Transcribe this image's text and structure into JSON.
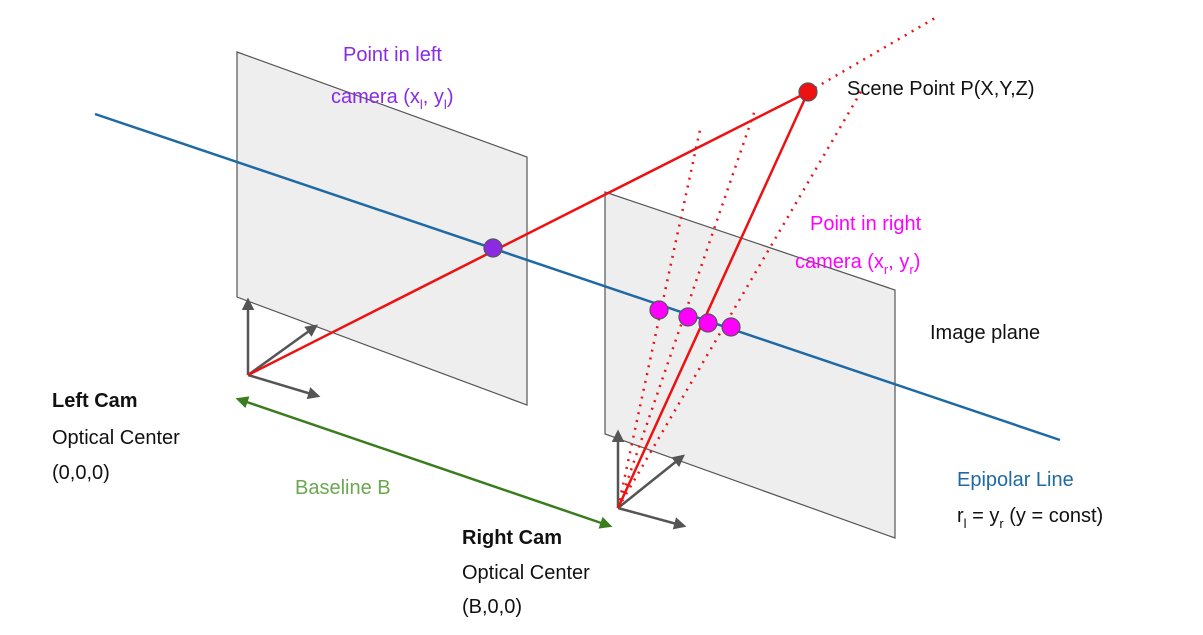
{
  "labels": {
    "point_left_line1": "Point in left",
    "point_left_line2_prefix": "camera (x",
    "point_left_sub_x": "l",
    "point_left_mid": ", y",
    "point_left_sub_y": "l",
    "point_left_suffix": ")",
    "scene_point": "Scene Point P(X,Y,Z)",
    "point_right_line1": "Point in right",
    "point_right_line2_prefix": "camera (x",
    "point_right_sub_x": "r",
    "point_right_mid": ", y",
    "point_right_sub_y": "r",
    "point_right_suffix": ")",
    "image_plane": "Image plane",
    "left_cam_title": "Left Cam",
    "left_cam_line2": "Optical Center",
    "left_cam_line3": "(0,0,0)",
    "baseline": "Baseline B",
    "epipolar_title": "Epipolar Line",
    "epipolar_r": "r",
    "epipolar_sub_l": "l",
    "epipolar_eq": " = y",
    "epipolar_sub_r": "r",
    "epipolar_rest": " (y = const)",
    "right_cam_title": "Right Cam",
    "right_cam_line2": "Optical Center",
    "right_cam_line3": "(B,0,0)"
  },
  "colors": {
    "epipolar": "#1f6aa5",
    "ray": "#ee1111",
    "baseline": "#3a7d1e",
    "baseline_text": "#6aa84f",
    "left_point": "#8a2be2",
    "right_point": "#ff00ff",
    "plane_fill": "#eeeeee",
    "plane_stroke": "#555555",
    "axes": "#555555"
  }
}
